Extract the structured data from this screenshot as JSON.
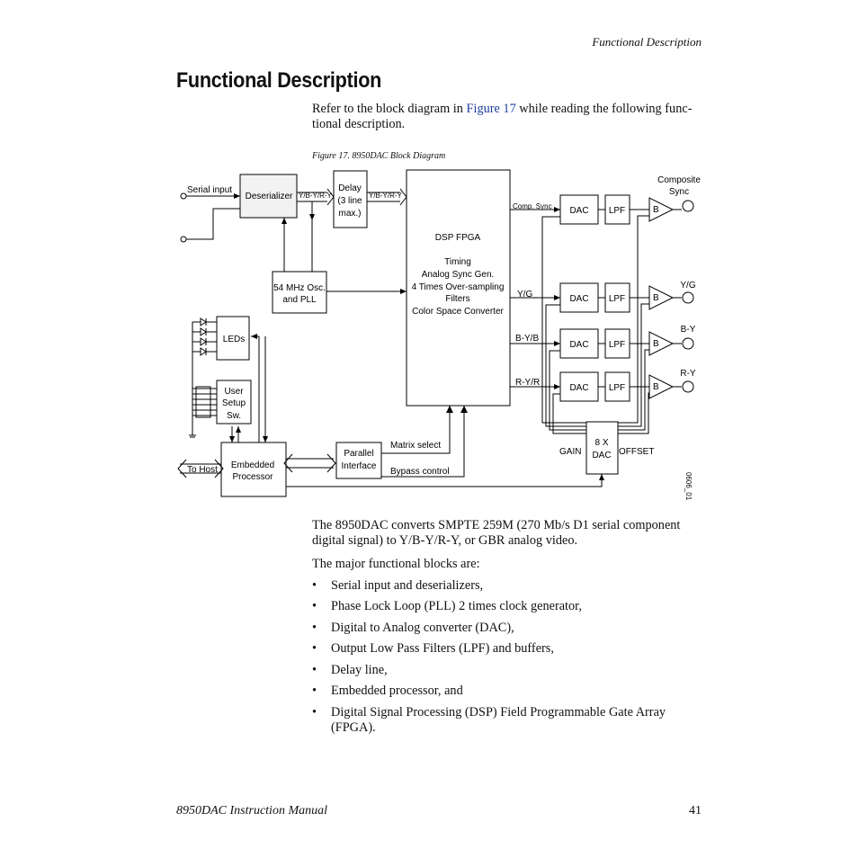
{
  "header": {
    "running_title": "Functional Description"
  },
  "title": "Functional Description",
  "intro": {
    "before_link": "Refer to the block diagram in ",
    "link_text": "Figure 17",
    "after_link": " while reading the following func-tional description."
  },
  "figure": {
    "caption": "Figure 17.  8950DAC Block Diagram",
    "ref_code": "0606_01",
    "labels": {
      "serial_input": "Serial input",
      "deserializer": "Deserializer",
      "ybyry_1": "Y/B-Y/R-Y",
      "ybyry_2": "Y/B-Y/R-Y",
      "delay_1": "Delay",
      "delay_2": "(3 line",
      "delay_3": "max.)",
      "osc_1": "54 MHz Osc.",
      "osc_2": "and PLL",
      "fpga_title": "DSP FPGA",
      "fpga_l1": "Timing",
      "fpga_l2": "Analog Sync Gen.",
      "fpga_l3": "4 Times Over-sampling",
      "fpga_l4": "Filters",
      "fpga_l5": "Color Space Converter",
      "leds": "LEDs",
      "user_1": "User",
      "user_2": "Setup",
      "user_3": "Sw.",
      "embedded_1": "Embedded",
      "embedded_2": "Processor",
      "to_host": "To Host",
      "parallel_1": "Parallel",
      "parallel_2": "Interface",
      "matrix_select": "Matrix select",
      "bypass_control": "Bypass control",
      "comp_sync": "Comp. Sync",
      "yg_in": "Y/G",
      "by_b": "B-Y/B",
      "ry_r": "R-Y/R",
      "dac": "DAC",
      "lpf": "LPF",
      "buffer": "B",
      "composite_1": "Composite",
      "composite_2": "Sync",
      "out_yg": "Y/G",
      "out_by": "B-Y",
      "out_ry": "R-Y",
      "dac8_1": "8 X",
      "dac8_2": "DAC",
      "gain": "GAIN",
      "offset": "OFFSET"
    }
  },
  "para1": "The 8950DAC converts SMPTE 259M (270 Mb/s D1 serial component digital signal) to Y/B-Y/R-Y, or GBR analog video.",
  "para2": "The major functional blocks are:",
  "bullets": [
    "Serial input and deserializers,",
    "Phase Lock Loop (PLL) 2 times clock generator,",
    "Digital to Analog converter (DAC),",
    "Output Low Pass Filters (LPF) and buffers,",
    "Delay line,",
    "Embedded processor, and",
    "Digital Signal Processing (DSP) Field Programmable Gate Array (FPGA)."
  ],
  "bullet_symbol": "•",
  "footer": {
    "manual": "8950DAC Instruction Manual",
    "page": "41"
  }
}
